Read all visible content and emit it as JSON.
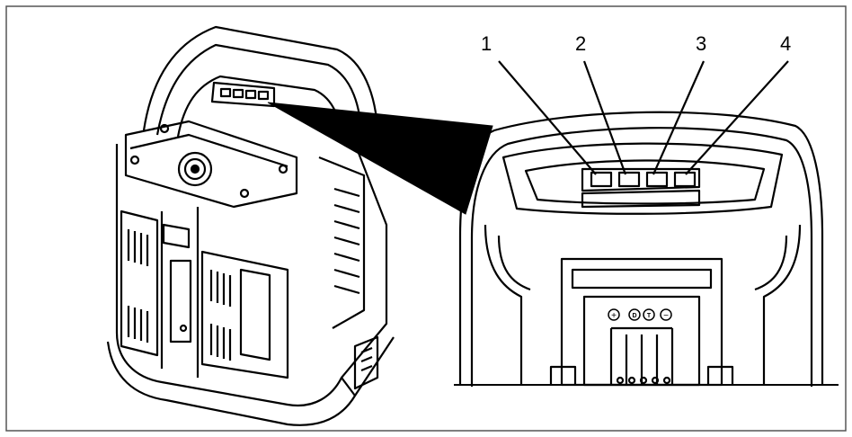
{
  "figure": {
    "callouts": [
      {
        "label": "1"
      },
      {
        "label": "2"
      },
      {
        "label": "3"
      },
      {
        "label": "4"
      }
    ],
    "connector_symbols": [
      {
        "glyph": "+",
        "name": "plus-terminal"
      },
      {
        "glyph": "D",
        "name": "data-terminal"
      },
      {
        "glyph": "T",
        "name": "temperature-terminal"
      },
      {
        "glyph": "−",
        "name": "minus-terminal"
      }
    ],
    "colors": {
      "ink": "#000000",
      "paper": "#ffffff",
      "frame": "#555555"
    }
  }
}
